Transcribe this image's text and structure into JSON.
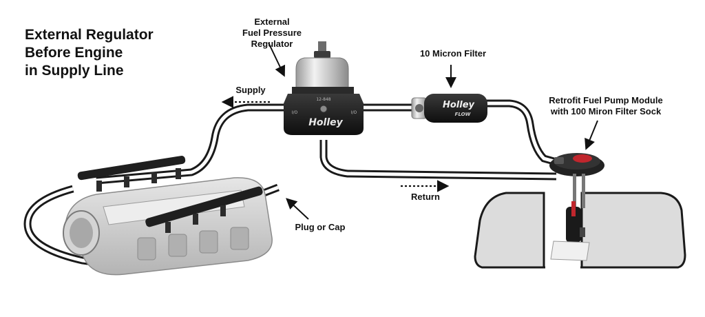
{
  "title": {
    "lines": [
      "External Regulator",
      "Before Engine",
      "in Supply Line"
    ]
  },
  "labels": {
    "regulator_line1": "External",
    "regulator_line2": "Fuel Pressure Regulator",
    "filter": "10 Micron Filter",
    "pump_line1": "Retrofit Fuel Pump Module",
    "pump_line2": "with 100 Miron Filter Sock",
    "supply": "Supply",
    "return": "Return",
    "plug": "Plug or Cap"
  },
  "brand_marks": {
    "regulator_brand": "Holley",
    "regulator_model": "12-848",
    "regulator_port_left": "I/O",
    "regulator_port_right": "I/O",
    "filter_brand": "Holley",
    "filter_sub": "FLOW"
  },
  "colors": {
    "line_outline": "#1a1a1a",
    "line_inner": "#ffffff",
    "tank_fill": "#dcdcdc",
    "anodized_black": "#1b1b1b",
    "aluminum": "#c8c8c8",
    "pump_red": "#c0262d"
  }
}
